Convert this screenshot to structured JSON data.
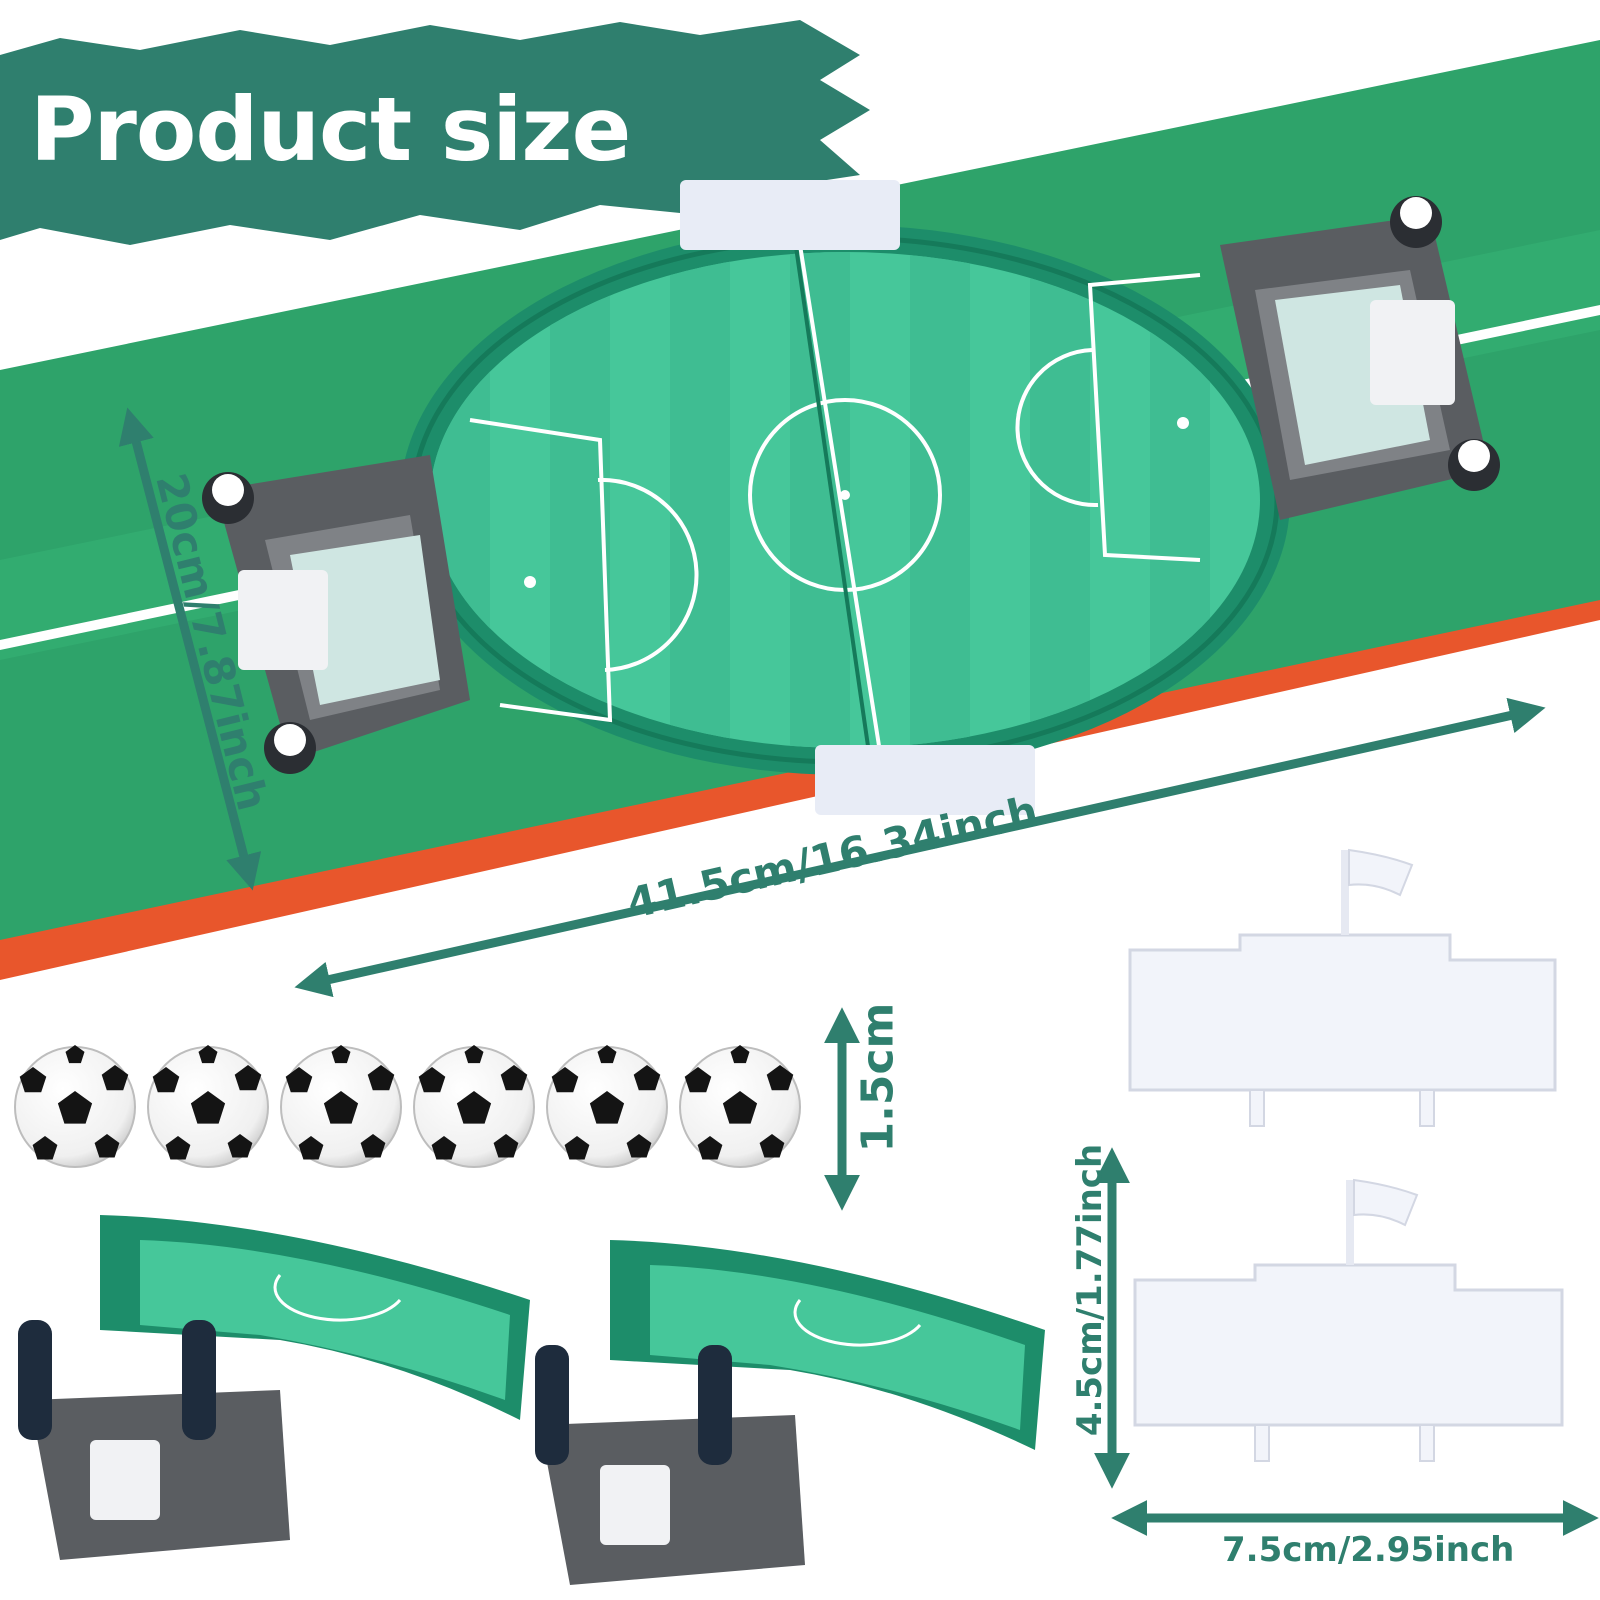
{
  "title": "Product size",
  "dimensions": {
    "height_label": "20cm/7.87inch",
    "length_label": "41.5cm/16.34inch",
    "ball_label": "1.5cm",
    "edge_height_label": "4.5cm/1.77inch",
    "edge_width_label": "7.5cm/2.95inch"
  },
  "colors": {
    "brand_green": "#2f7f6e",
    "field_green": "#2ea36a",
    "accent_orange": "#e8562c",
    "rim_green": "#1d8d6a"
  },
  "scene": {
    "ball_count": 6,
    "half_field_count": 2,
    "edge_piece_count": 2
  }
}
